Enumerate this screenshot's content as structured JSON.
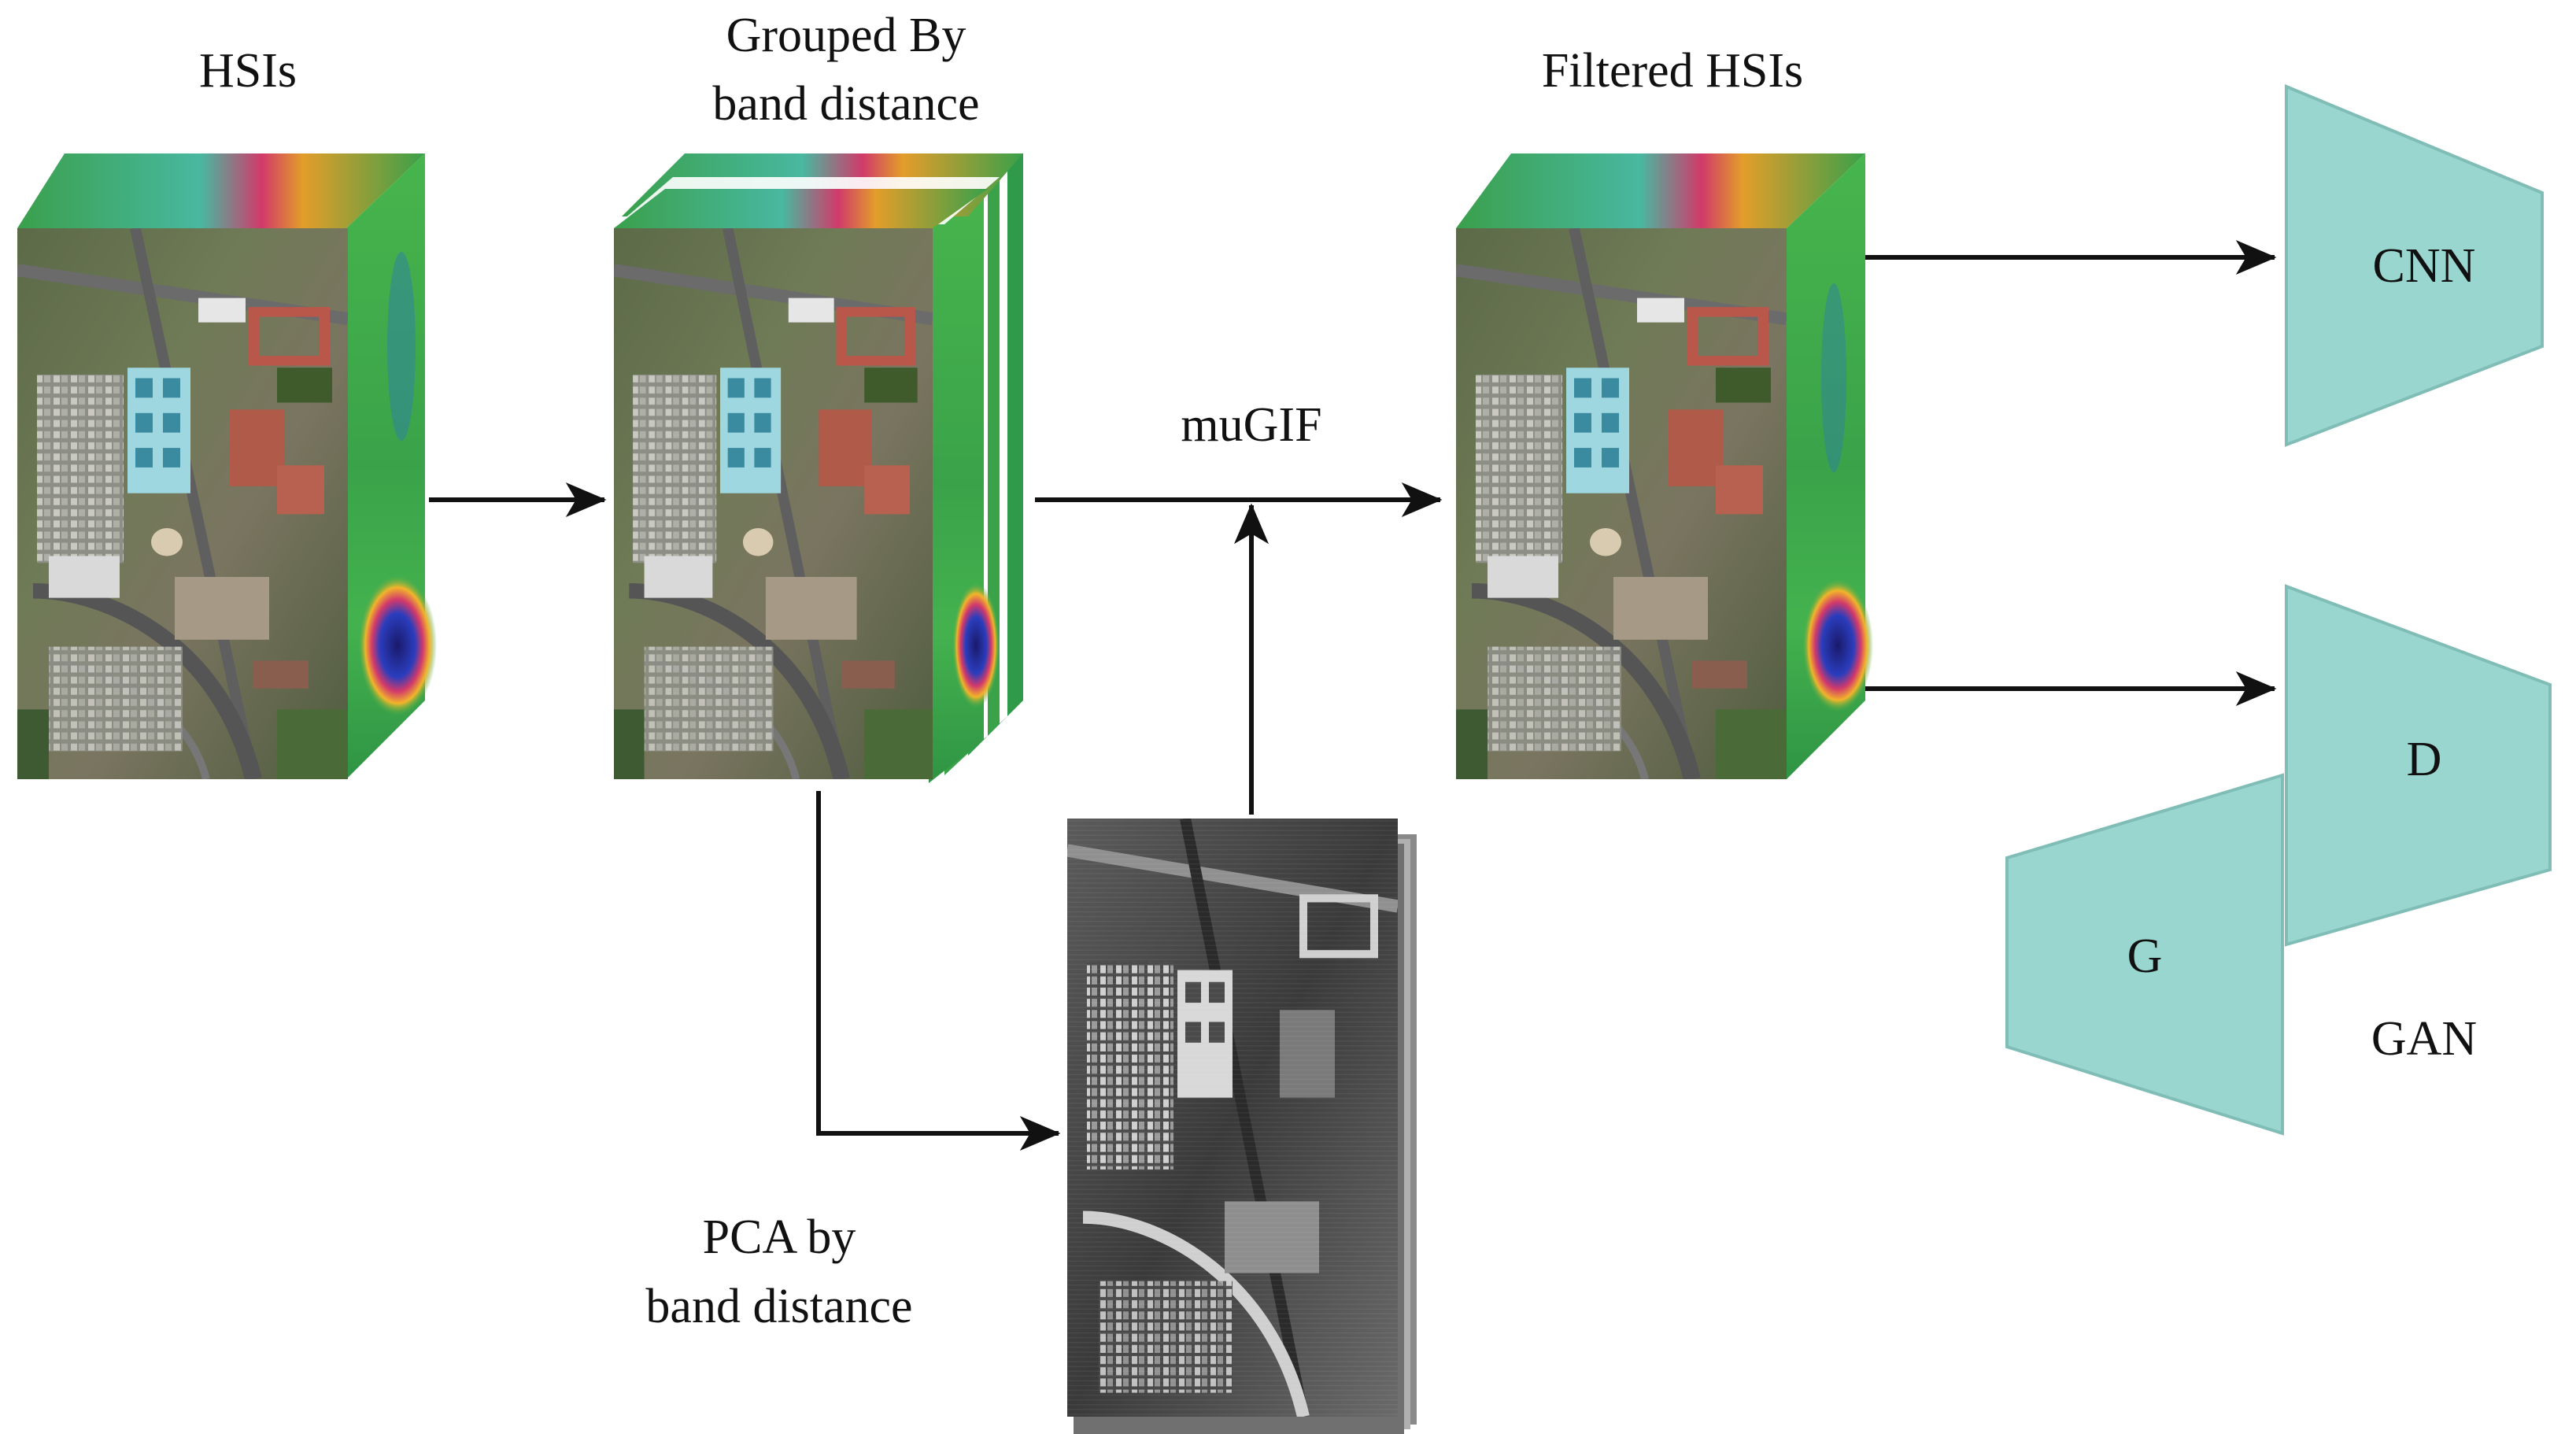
{
  "labels": {
    "hsis": "HSIs",
    "grouped_line1": "Grouped By",
    "grouped_line2": "band distance",
    "filtered": "Filtered HSIs",
    "mugif": "muGIF",
    "pca_line1": "PCA by",
    "pca_line2": "band distance",
    "cnn": "CNN",
    "d": "D",
    "g": "G",
    "gan": "GAN"
  },
  "colors": {
    "network_fill": "#99d6d0",
    "network_stroke": "#7fbdb6",
    "cube_side": "#3aa04c",
    "cube_top": "#2f9a4a",
    "arrow": "#111111"
  },
  "icons": {
    "hsi_cube": "hyperspectral-cube",
    "pca_image": "grayscale-stack",
    "network": "trapezoid-network"
  }
}
